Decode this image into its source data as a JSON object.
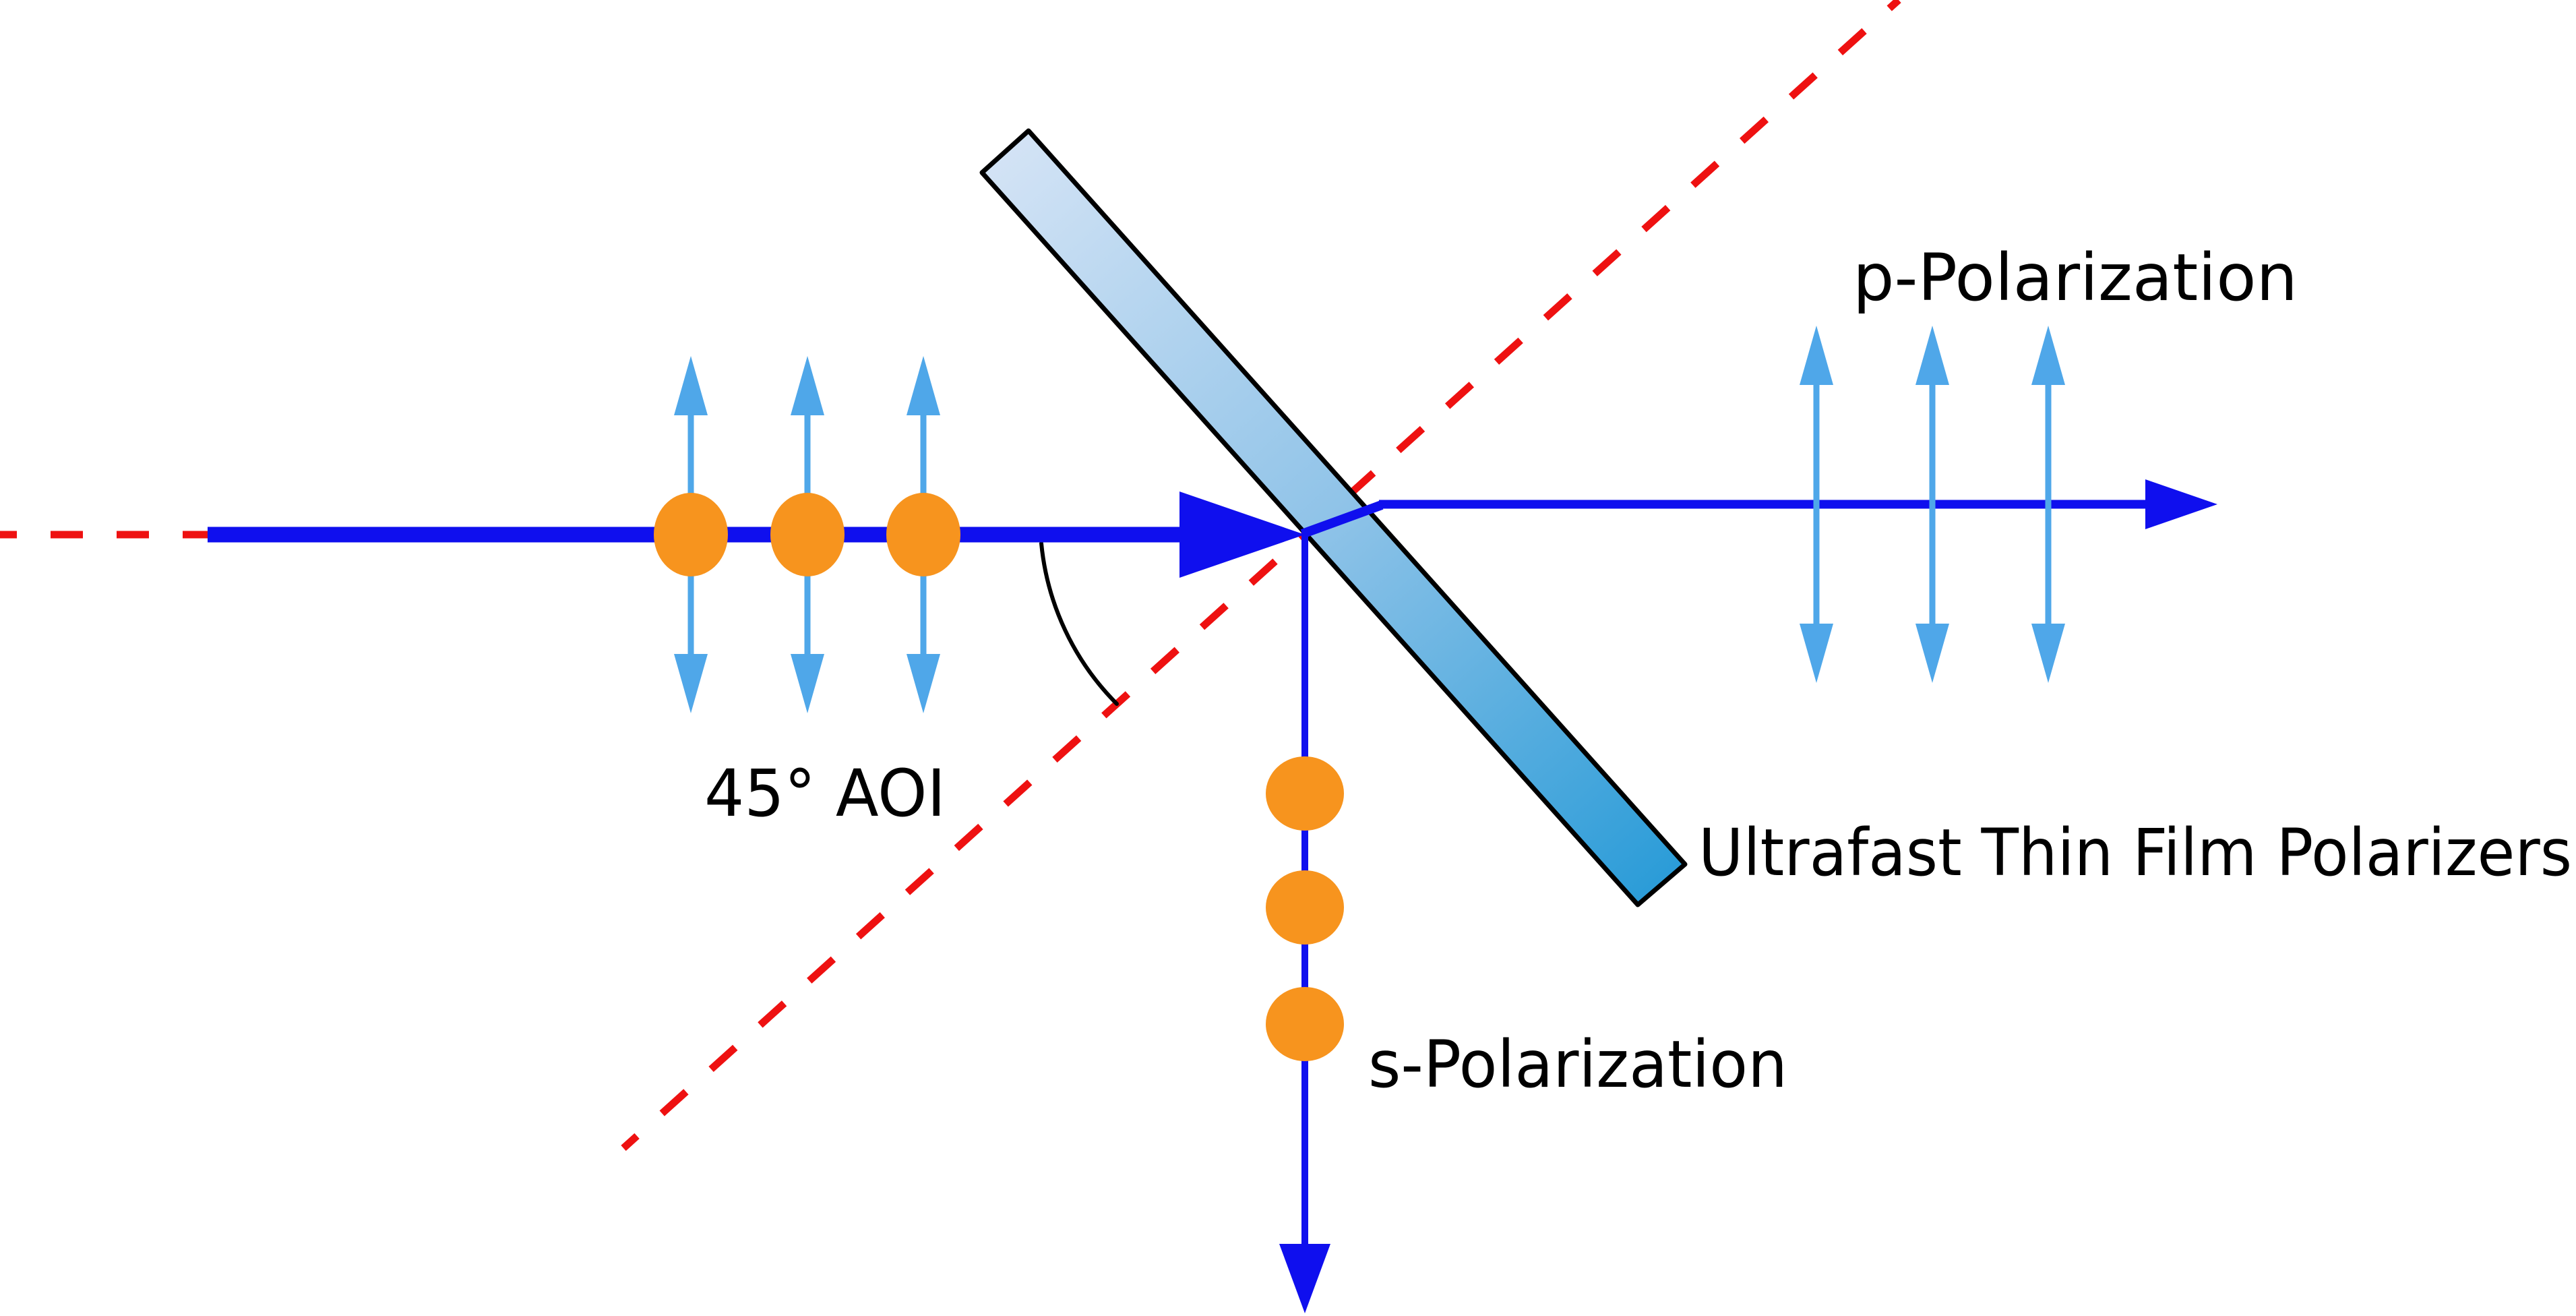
{
  "diagram": {
    "kind": "optics-schematic",
    "labels": {
      "title": "Ultrafast Thin Film Polarizers",
      "p_polarization": "p-Polarization",
      "s_polarization": "s-Polarization",
      "aoi": "45° AOI"
    }
  },
  "colors": {
    "background": "#ffffff",
    "beam_blue": "#0f0fee",
    "field_light_blue": "#4fa7e9",
    "s_dot_orange": "#f7941e",
    "axis_red": "#ee1111",
    "plate_outline": "#000000",
    "plate_grad_light": "#d3e3f5",
    "plate_grad_mid": "#8fc3e8",
    "plate_grad_deep": "#2b9cd8",
    "arc_black": "#000000",
    "label_text": "#000000"
  }
}
